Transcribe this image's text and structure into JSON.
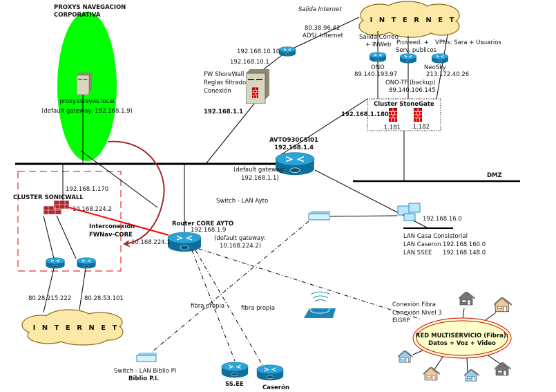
{
  "colors": {
    "proxy_zone": "#00ff00",
    "sonicwall_box": "#e00000",
    "interconnect_line": "#ff0000",
    "arrow": "#a52a2a",
    "cloud_fill": "#fde9a7",
    "multiservice_ring": "#cc0000",
    "multiservice_fill": "#ffffcc",
    "router": "#1b86b8"
  },
  "proxy": {
    "title_line1": "PROXYS NAVEGACION",
    "title_line2": "CORPORATIVA",
    "host": "proxy.ssreyes.local",
    "gateway": "(default gateway: 192.168.1.9)"
  },
  "internet_top": {
    "label": "I N T E R N E T",
    "salida": "Salida Internet",
    "adsl_ip": "80.38.96.42",
    "adsl_label": "ADSL Internet"
  },
  "shorewall": {
    "ip_out1": "192.168.10.10",
    "ip_out2": "192.168.10.1",
    "line1": "FW ShoreWall",
    "line2": "Reglas filtrado",
    "line3": "Conexión",
    "ip": "192.168.1.1"
  },
  "isp": {
    "correo_line1": "Salida Correo",
    "correo_line2": "+ INWeb",
    "proveed_line1": "Proveed. +",
    "proveed_line2": "Serv. publicos",
    "vpn": "VPNs: Sara + Usuarios",
    "ono": "ONO",
    "ono_ip": "89.140.193.97",
    "neosky": "NeoSky",
    "neosky_ip": "213.172.40.26",
    "onotf": "ONO-TF (backup)",
    "onotf_ip": "89.140.106.145"
  },
  "stonegate": {
    "title": "Cluster StoneGate",
    "vip": "192.168.1.180",
    "node1": ".1.181",
    "node2": ".1.182"
  },
  "avto": {
    "name": "AVTO930CSI01",
    "ip": "192.168.1.4",
    "gw1": "(default gateway:",
    "gw2": "192.168.1.1)"
  },
  "dmz": {
    "label": "DMZ"
  },
  "lan": {
    "net": "192.168.16.0",
    "casa": "LAN Casa Consistorial",
    "caseron": "LAN Caseron",
    "caseron_ip": "192.168.160.0",
    "ssee": "LAN SSEE",
    "ssee_ip": "192.168.148.0"
  },
  "switch_ayto": "Switch - LAN Ayto",
  "core": {
    "name": "Router CORE AYTO",
    "ip": "192.168.1.9",
    "gw1": "(default gateway:",
    "gw2": "10.168.224.2)"
  },
  "sonicwall": {
    "title": "CLUSTER SONICWALL",
    "ip_lan": "192.168.1.170",
    "ip_core": "10.168.224.2",
    "inter1": "Interconexión",
    "inter2": "FWNav-CORE",
    "core_ip": "10.168.224.1",
    "wan1": "80.28.215.222",
    "wan2": "80.28.53.101"
  },
  "internet_bottom": {
    "label": "I N T E R N E T"
  },
  "fibra": {
    "label1": "fibra propia",
    "label2": "fibra propia"
  },
  "remote": {
    "ssee": "SS.EE",
    "caseron": "Caserón",
    "biblio_switch": "Switch - LAN Biblio PI",
    "biblio": "Biblio P.I."
  },
  "fiber": {
    "line1": "Conexión Fibra",
    "line2": "Conexión Nivel 3",
    "line3": "EIGRP"
  },
  "multiservicio": {
    "line1": "RED MULTISERVICIO (Fibra):",
    "line2": "Datos + Voz + Video"
  }
}
